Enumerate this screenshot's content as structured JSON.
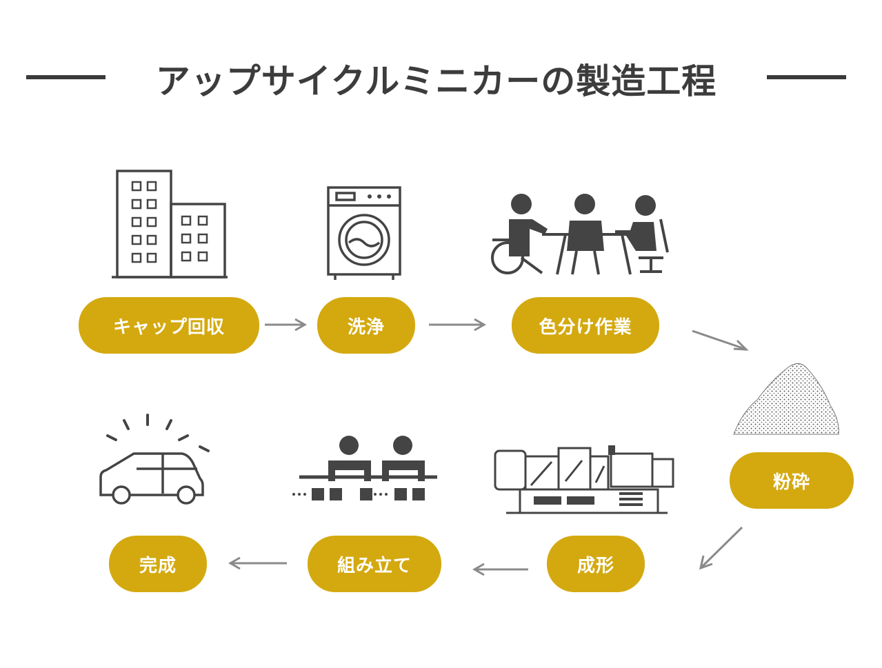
{
  "title": "アップサイクルミニカーの製造工程",
  "colors": {
    "accent": "#d4a90f",
    "icon": "#444444",
    "arrow": "#8a8a8a"
  },
  "steps": [
    {
      "label": "キャップ回収",
      "icon": "building-icon"
    },
    {
      "label": "洗浄",
      "icon": "washing-machine-icon"
    },
    {
      "label": "色分け作業",
      "icon": "workers-at-table-icon"
    },
    {
      "label": "粉砕",
      "icon": "crushed-pile-icon"
    },
    {
      "label": "成形",
      "icon": "molding-machine-icon"
    },
    {
      "label": "組み立て",
      "icon": "assembly-workers-icon"
    },
    {
      "label": "完成",
      "icon": "car-icon"
    }
  ]
}
